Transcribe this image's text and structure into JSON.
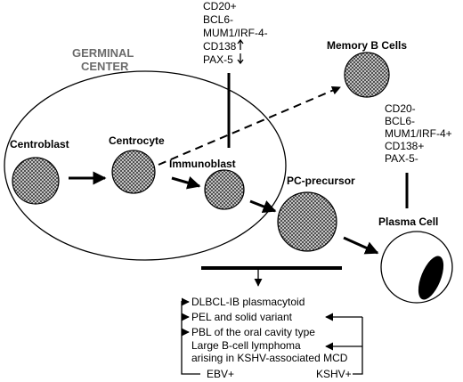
{
  "germinal_center": {
    "line1": "GERMINAL",
    "line2": "CENTER"
  },
  "cells": {
    "centroblast": "Centroblast",
    "centrocyte": "Centrocyte",
    "immunoblast": "Immunoblast",
    "pc_precursor": "PC-precursor",
    "memory_b": "Memory B Cells",
    "plasma_cell": "Plasma Cell"
  },
  "markers_top": [
    "CD20+",
    "BCL6-",
    "MUM1/IRF-4-",
    "CD138",
    "PAX-5"
  ],
  "markers_right": [
    "CD20-",
    "BCL6-",
    "MUM1/IRF-4+",
    "CD138+",
    "PAX-5-"
  ],
  "lymphomas": [
    "DLBCL-IB plasmacytoid",
    "PEL and solid variant",
    "PBL of the oral cavity type",
    "Large B-cell lymphoma",
    "arising in KSHV-associated MCD"
  ],
  "virus": {
    "ebv": "EBV+",
    "kshv": "KSHV+"
  }
}
